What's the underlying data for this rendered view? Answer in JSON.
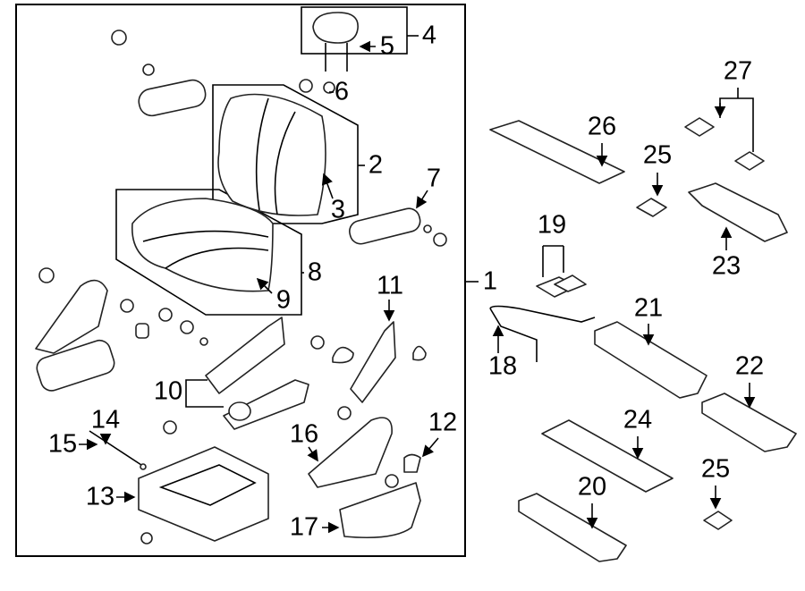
{
  "diagram": {
    "type": "seat-parts-exploded-view",
    "callouts": [
      "1",
      "2",
      "3",
      "4",
      "5",
      "6",
      "7",
      "8",
      "9",
      "10",
      "11",
      "12",
      "13",
      "14",
      "15",
      "16",
      "17",
      "18",
      "19",
      "20",
      "21",
      "22",
      "23",
      "24",
      "25",
      "25",
      "26",
      "27"
    ]
  }
}
